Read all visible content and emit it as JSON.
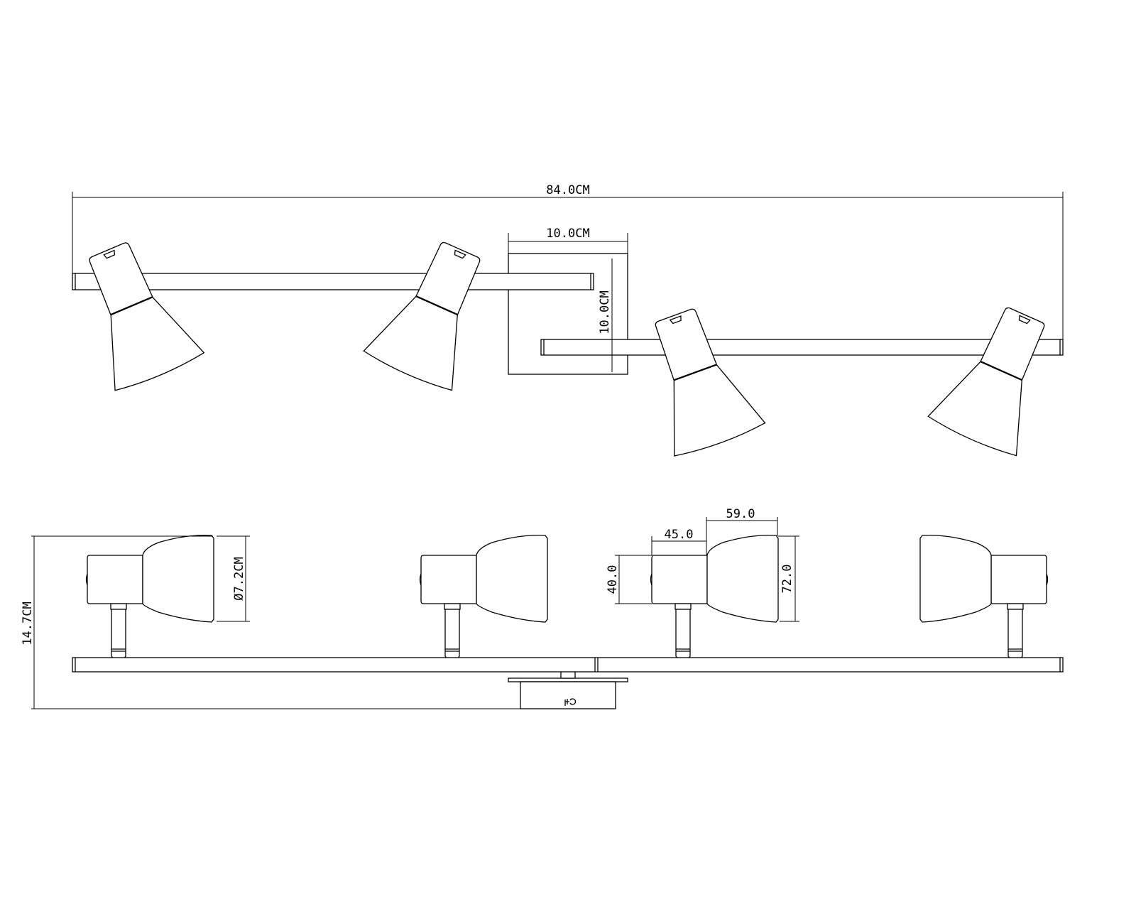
{
  "drawing": {
    "top_view": {
      "overall_length": "84.0CM",
      "canopy_width": "10.0CM",
      "canopy_height": "10.0CM"
    },
    "side_view": {
      "overall_height": "14.7CM",
      "shade_diameter": "Ø7.2CM",
      "body_length": "45.0",
      "shade_length": "59.0",
      "body_height": "40.0",
      "shade_height": "72.0"
    }
  }
}
